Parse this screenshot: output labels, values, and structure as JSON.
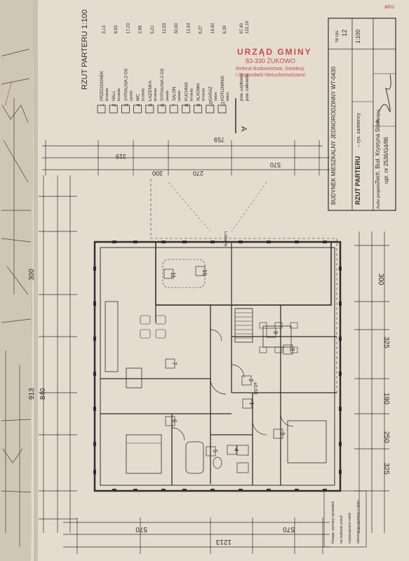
{
  "colors": {
    "desk": "#5a3a22",
    "paper": "#e4ddcf",
    "paper_shadow": "#cfc6b4",
    "ink": "#2e2e2e",
    "ink_light": "#5a5a5a",
    "stamp_red": "#c8484e",
    "annotation_red": "#c23a3a"
  },
  "sheet": {
    "title_vertical": "RZUT PARTERU 1:100",
    "section_marker": "A",
    "page_mark": "a/ru"
  },
  "legend": [
    {
      "num": "1",
      "name": "PRZEDSIONEK",
      "floor": "terakota",
      "area": "3,13"
    },
    {
      "num": "2",
      "name": "HALL",
      "floor": "terakota",
      "area": "8,93"
    },
    {
      "num": "3",
      "name": "SYPIALNIA 2-OS",
      "floor": "panele",
      "area": "17,23"
    },
    {
      "num": "4",
      "name": "WC",
      "floor": "terakota",
      "area": "2,88"
    },
    {
      "num": "5",
      "name": "ŁAZIENKA",
      "floor": "terakota",
      "area": "5,21"
    },
    {
      "num": "6",
      "name": "SYPIALNIA 2-OS",
      "floor": "panele",
      "area": "12,53"
    },
    {
      "num": "7",
      "name": "SALON",
      "floor": "panele",
      "area": "32,60"
    },
    {
      "num": "8",
      "name": "KUCHNIA",
      "floor": "terakota",
      "area": "12,43"
    },
    {
      "num": "9",
      "name": "ALKOWA",
      "floor": "terakota",
      "area": "6,27"
    },
    {
      "num": "10",
      "name": "GARAŻ",
      "floor": "beton",
      "area": "19,40"
    },
    {
      "num": "11",
      "name": "KOTŁOWNIA",
      "floor": "beton",
      "area": "6,39"
    }
  ],
  "legend_totals": {
    "label": "pow. użytkowa",
    "value": "97,40",
    "total_label": "pow. całkowita",
    "total_value": "122,10"
  },
  "stamp": {
    "line1": "URZĄD GMINY",
    "line2": "83-330 ŻUKOWO",
    "line3": "Referat Budownictwa, Geodezji",
    "line4": "i Gospodarki Nieruchomościami"
  },
  "title_block": {
    "project": "BUDYNEK MIESZKALNY JEDNORODZINNY WT-0430",
    "drawing": "RZUT PARTERU",
    "sheet_label": "– rys. zamienny",
    "author_label": "Autor projektu:",
    "author": "Tech. Bud. Krystyna Stark",
    "license": "upr. nr 2536/Gd/86",
    "sign_label": "Podpis:",
    "scale": "1:100",
    "rys_label": "Nr rys.",
    "rys_number": "12"
  },
  "dimensions": {
    "top": [
      "319",
      "759",
      "300",
      "270",
      "570"
    ],
    "left": [
      "300",
      "913",
      "840"
    ],
    "right": [
      "300",
      "325",
      "190",
      "250",
      "325"
    ],
    "bottom": [
      "570",
      "1213",
      "570"
    ]
  },
  "plan_labels": {
    "stairs": "Lukarny",
    "room_numbers": [
      "1",
      "2",
      "3",
      "4",
      "5",
      "6",
      "7",
      "8",
      "9",
      "10",
      "11"
    ],
    "level": "±0.00"
  },
  "notes_block": [
    "Uwaga: wymiary sprawdzić",
    "na budowie przed",
    "rozpoczęciem robót",
    "obowiązują wymiary z opisu"
  ]
}
